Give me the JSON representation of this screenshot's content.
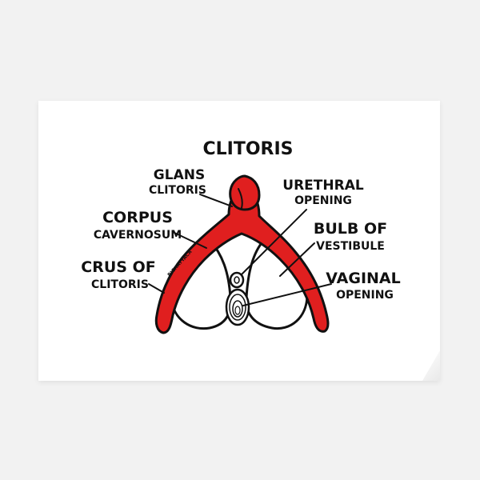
{
  "title": "CLITORIS",
  "labels": {
    "glans": [
      "GLANS",
      "CLITORIS"
    ],
    "corpus": [
      "CORPUS",
      "CAVERNOSUM"
    ],
    "crus": [
      "CRUS OF",
      "CLITORIS"
    ],
    "urethral": [
      "URETHRAL",
      "OPENING"
    ],
    "bulb": [
      "BULB OF",
      "VESTIBULE"
    ],
    "vaginal": [
      "VAGINAL",
      "OPENING"
    ]
  },
  "signature": "RICHATYACA",
  "colors": {
    "organ": "#e01f1f",
    "outline": "#111111",
    "poster": "#ffffff",
    "background": "#f2f2f2"
  }
}
